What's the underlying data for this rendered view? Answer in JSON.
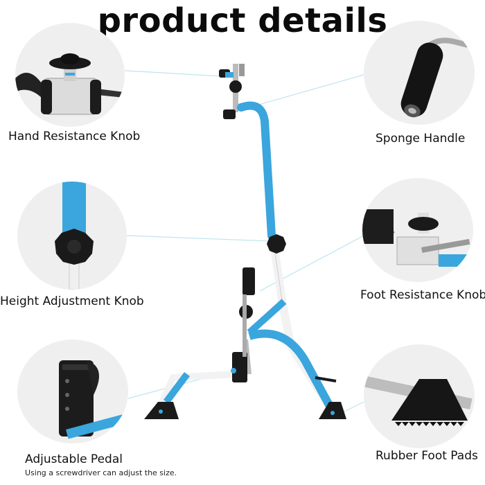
{
  "header": {
    "title": "product details"
  },
  "callouts": {
    "hand_resistance_knob": "Hand Resistance Knob",
    "sponge_handle": "Sponge Handle",
    "height_adjustment_knob": "Height Adjustment Knob",
    "foot_resistance_knob": "Foot Resistance Knob",
    "adjustable_pedal": "Adjustable Pedal",
    "adjustable_pedal_note": "Using a screwdriver can adjust the size.",
    "rubber_foot_pads": "Rubber Foot Pads"
  },
  "colors": {
    "frame_blue": "#3aa6dd",
    "frame_white": "#f4f4f4",
    "rubber_black": "#1a1a1a",
    "circle_bg": "#efefef",
    "leader_line": "#bfe4f2"
  }
}
